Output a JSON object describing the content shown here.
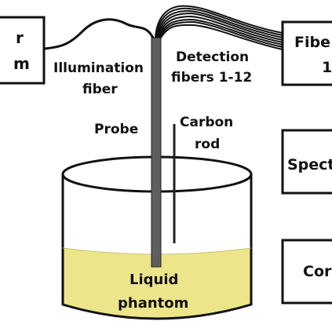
{
  "boxes": {
    "source": [
      "r",
      "m"
    ],
    "fiber_array": [
      "Fibe",
      "1"
    ],
    "spectrometer": "Spect",
    "computer": "Cor"
  },
  "labels": {
    "illumination": [
      "Illumination",
      "fiber"
    ],
    "detection": [
      "Detection",
      "fibers 1-12"
    ],
    "probe": "Probe",
    "carbon": [
      "Carbon",
      "rod"
    ],
    "phantom": [
      "Liquid",
      "phantom"
    ]
  },
  "colors": {
    "liquid": "#ede58a",
    "probe": "#5e5e5e",
    "stroke": "#111111"
  }
}
